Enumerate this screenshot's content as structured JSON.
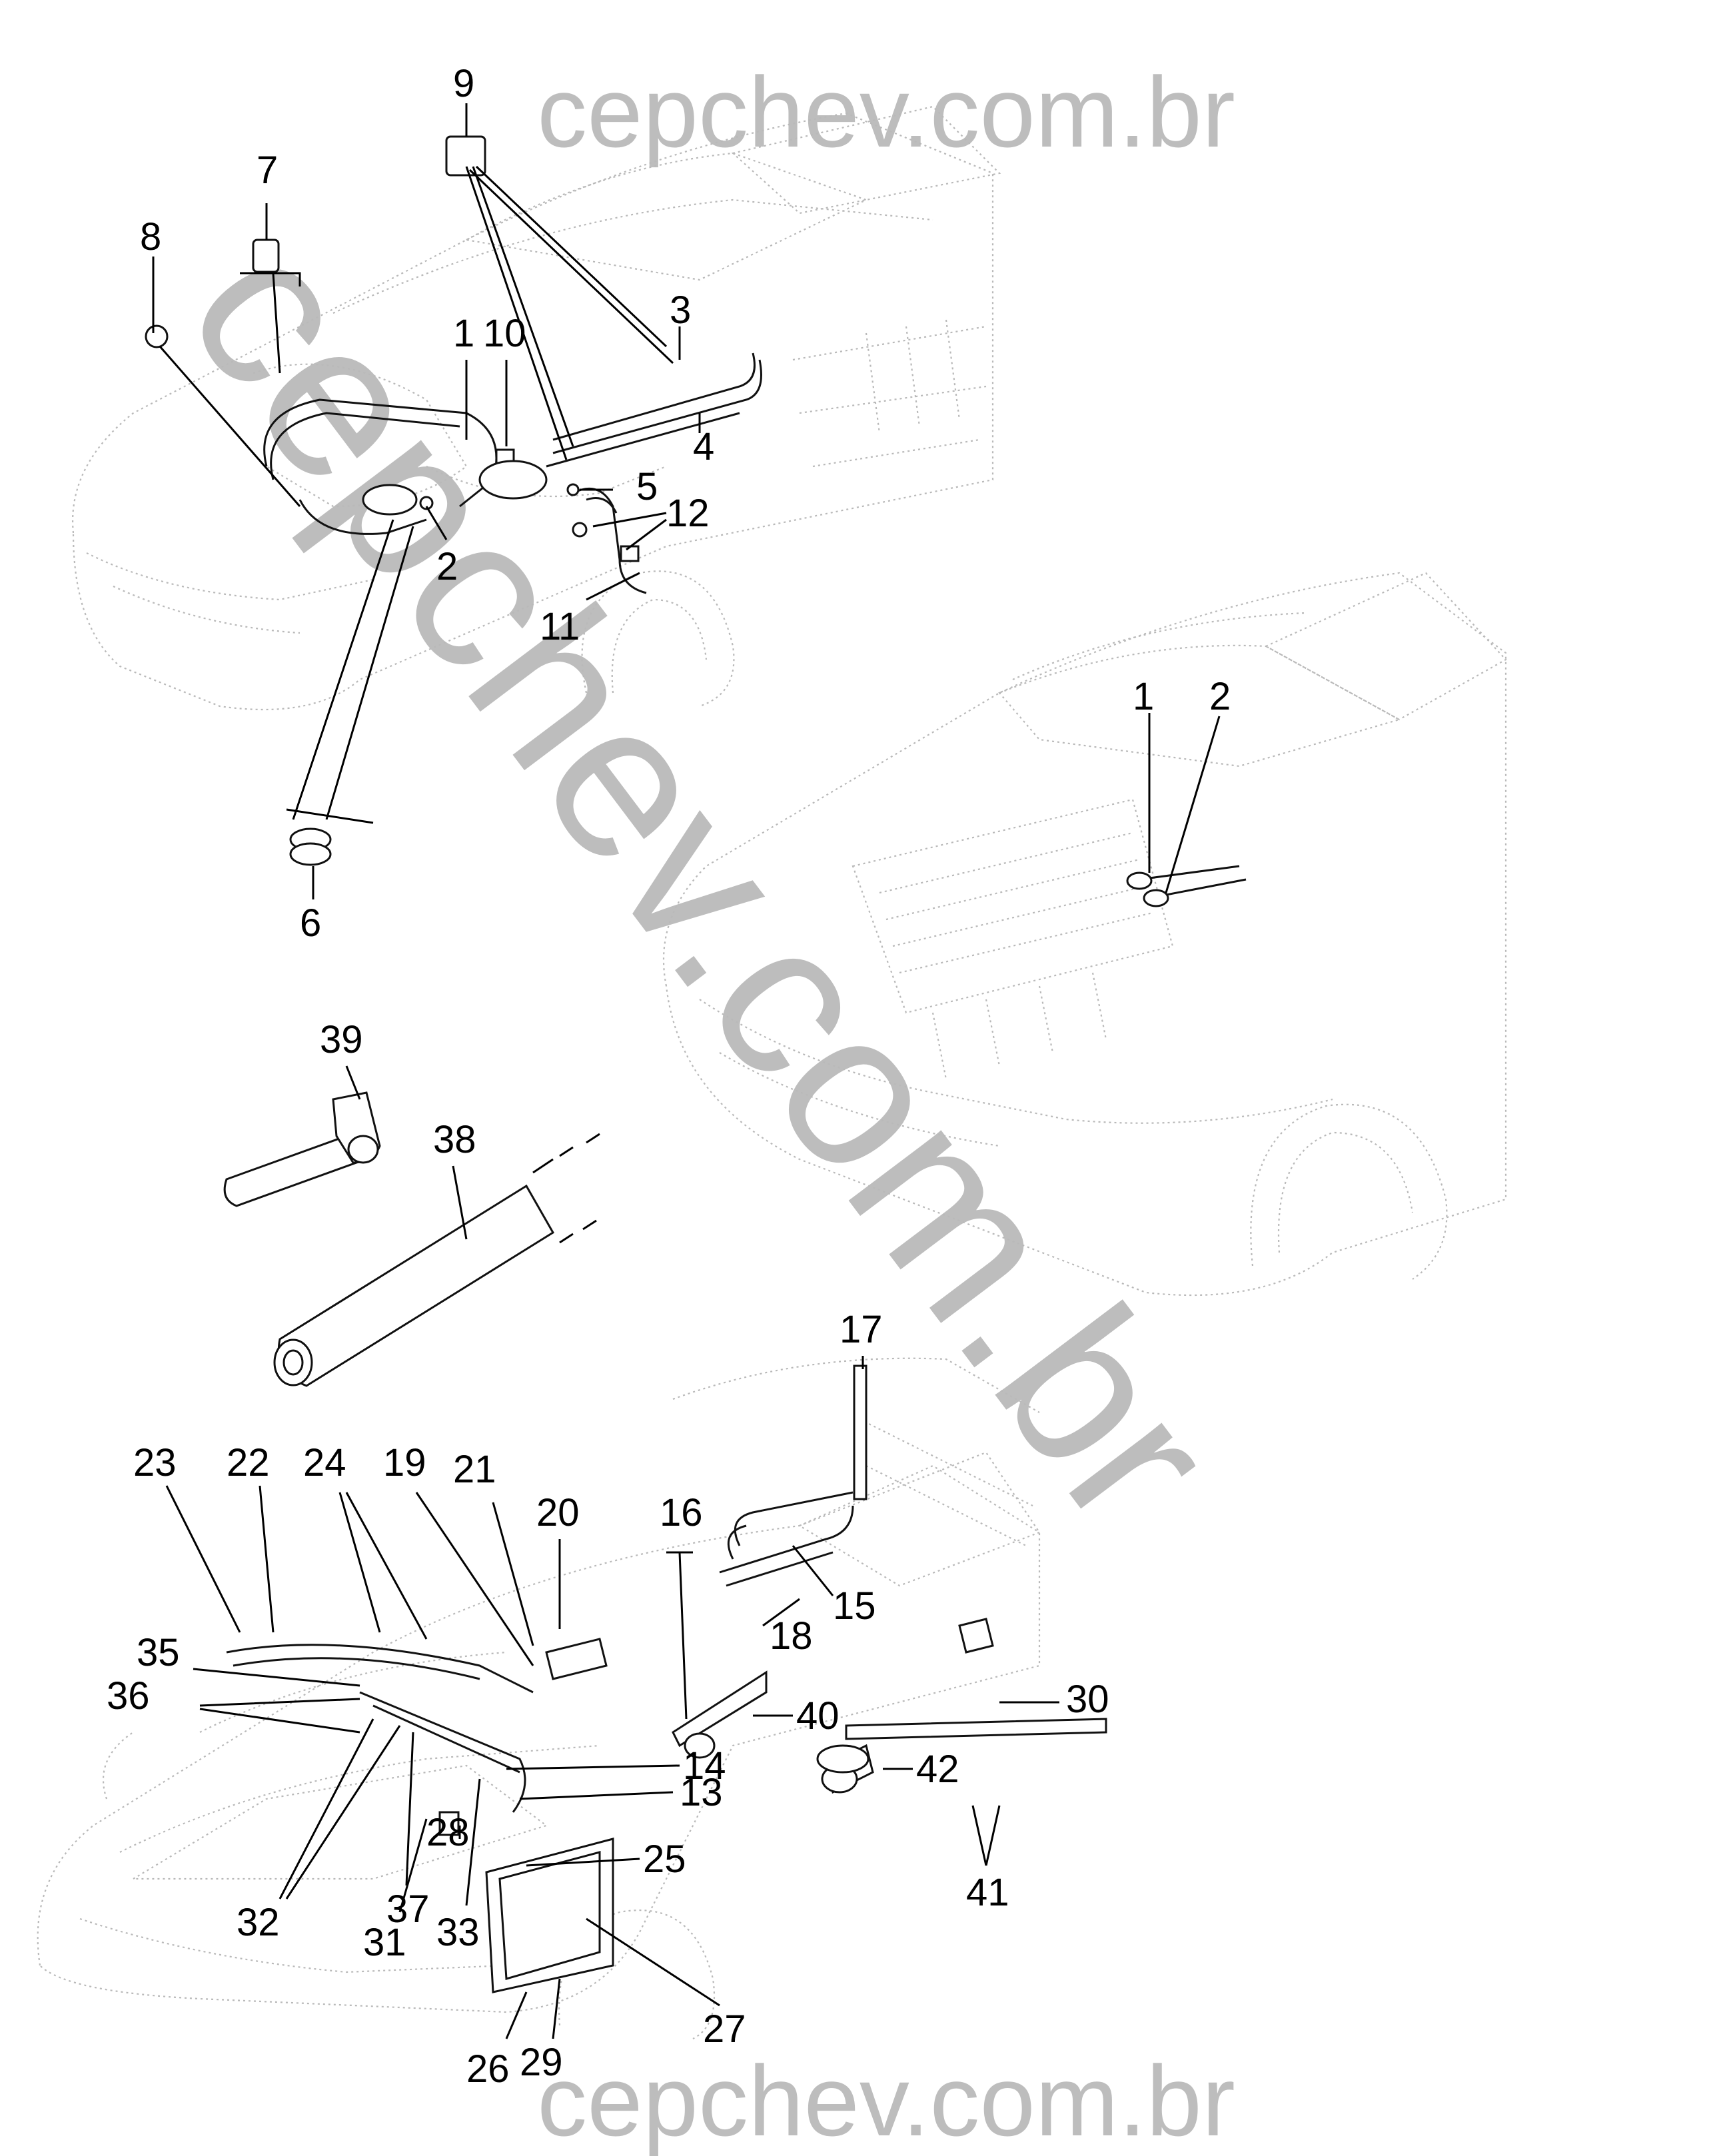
{
  "watermark": {
    "text": "cepchev.com.br",
    "diagonal_text": "cepchev.com.br",
    "color": "#bdbdbd"
  },
  "callouts": {
    "group_top": [
      "9",
      "7",
      "8",
      "1",
      "10",
      "3",
      "5",
      "4",
      "12",
      "2",
      "11",
      "6"
    ],
    "group_right": [
      "1",
      "2"
    ],
    "group_middle": [
      "39",
      "38"
    ],
    "group_bottom": [
      "17",
      "23",
      "22",
      "24",
      "19",
      "21",
      "20",
      "16",
      "35",
      "36",
      "18",
      "15",
      "30",
      "40",
      "14",
      "42",
      "13",
      "28",
      "25",
      "41",
      "32",
      "37",
      "33",
      "31",
      "27",
      "26",
      "29"
    ]
  },
  "colors": {
    "ink": "#000000",
    "ghost_vehicle": "#b9b9b9",
    "background": "#ffffff"
  }
}
